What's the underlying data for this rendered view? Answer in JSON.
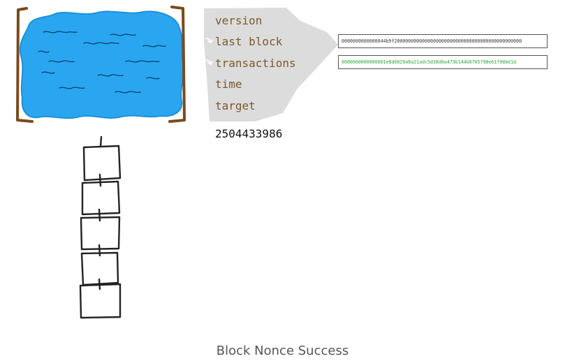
{
  "header_fields": [
    "version",
    "last block",
    "transactions",
    "time",
    "target"
  ],
  "nonce": "2504433986",
  "hashes": {
    "target": "0000000000000044b9f2000000000000000000000000000000000000000000000",
    "result": "0000000000000001e8d6829a8a21adc5d38d0a473b144b6765798e61f98bd1d"
  },
  "caption": "Block Nonce Success",
  "colors": {
    "pool_fill": "#2aa6f0",
    "pool_stroke": "#1f8fd8",
    "bracket": "#7a4a1a",
    "header_panel": "#dcdcdc",
    "field_text": "#7a5a2e",
    "success_hash": "#2aa83a",
    "chain": "#222222"
  },
  "icons": [
    "arrow-last-block-icon",
    "arrow-transactions-icon"
  ],
  "chain_blocks": 5
}
